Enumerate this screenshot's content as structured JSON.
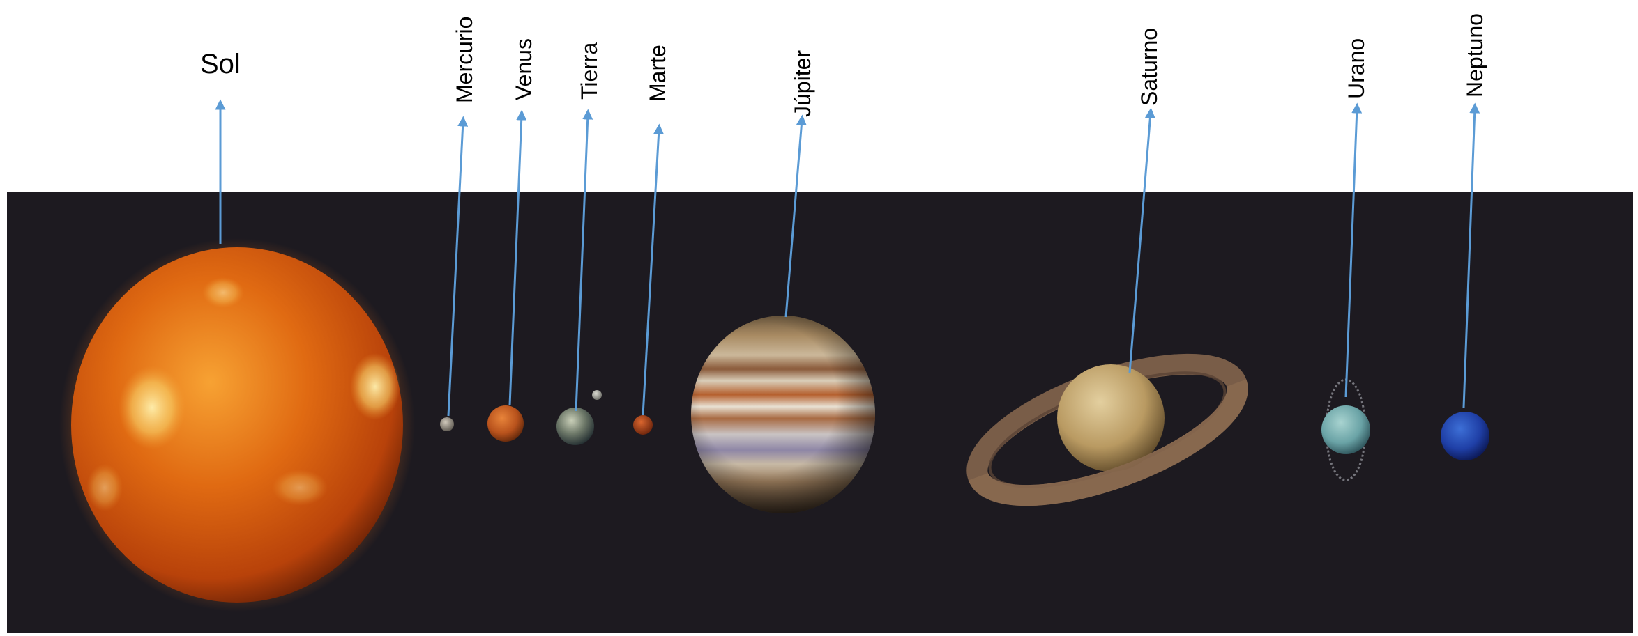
{
  "labels": {
    "sol": "Sol",
    "mercurio": "Mercurio",
    "venus": "Venus",
    "tierra": "Tierra",
    "marte": "Marte",
    "jupiter": "Júpiter",
    "saturno": "Saturno",
    "urano": "Urano",
    "neptuno": "Neptuno"
  },
  "colors": {
    "background_space": "#1d1a20",
    "arrow": "#5b9bd5",
    "label_text": "#000000"
  }
}
